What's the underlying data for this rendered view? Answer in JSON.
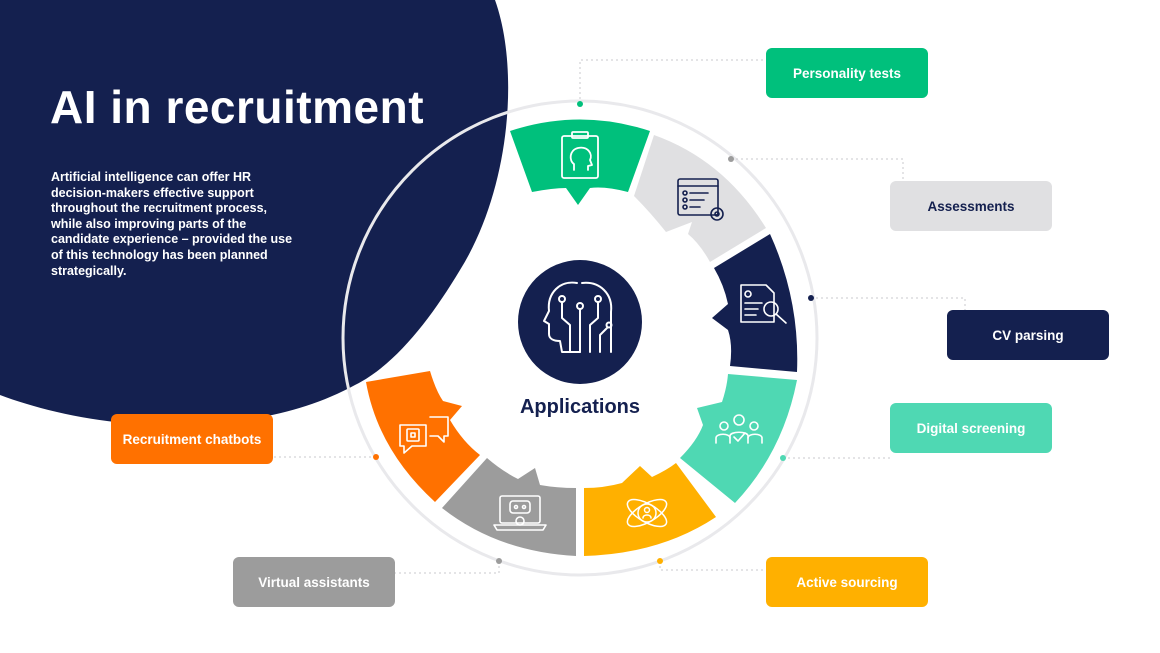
{
  "title": "AI in recruitment",
  "description": "Artificial intelligence can offer HR decision-makers effective support throughout the recruitment process, while also improving parts of the candidate experience – provided the use of this technology has been planned strategically.",
  "center_label": "Applications",
  "colors": {
    "navy": "#14204f",
    "green": "#00c07c",
    "light_gray": "#e0e0e2",
    "teal": "#4fd8b3",
    "yellow": "#ffb000",
    "gray": "#9c9c9c",
    "orange": "#ff7100"
  },
  "segments": [
    {
      "label": "Personality tests",
      "color": "green",
      "icon": "clipboard-head-icon"
    },
    {
      "label": "Assessments",
      "color": "light_gray",
      "icon": "browser-checklist-gear-icon"
    },
    {
      "label": "CV parsing",
      "color": "navy",
      "icon": "cv-magnifier-icon"
    },
    {
      "label": "Digital screening",
      "color": "teal",
      "icon": "people-check-icon"
    },
    {
      "label": "Active sourcing",
      "color": "yellow",
      "icon": "person-orbit-icon"
    },
    {
      "label": "Virtual assistants",
      "color": "gray",
      "icon": "robot-laptop-icon"
    },
    {
      "label": "Recruitment chatbots",
      "color": "orange",
      "icon": "chat-chip-icon"
    }
  ]
}
